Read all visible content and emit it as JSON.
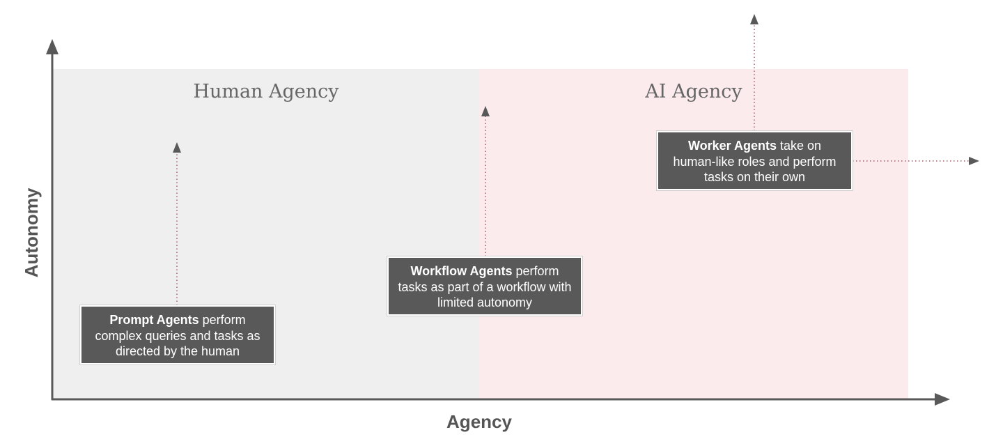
{
  "regions": {
    "human": {
      "title": "Human Agency",
      "color": "#efefef"
    },
    "ai": {
      "title": "AI Agency",
      "color": "#fcebed"
    }
  },
  "axes": {
    "x_label": "Agency",
    "y_label": "Autonomy",
    "color": "#595959"
  },
  "agents": [
    {
      "name": "Prompt Agents",
      "rest": " perform complex queries and tasks as directed by the human"
    },
    {
      "name": "Workflow Agents",
      "rest": " perform tasks as part of a workflow with limited autonomy"
    },
    {
      "name": "Worker Agents",
      "rest": " take on human-like roles and perform tasks on their own"
    }
  ],
  "colors": {
    "box_fill": "#595959",
    "connector": "#a05a66"
  }
}
